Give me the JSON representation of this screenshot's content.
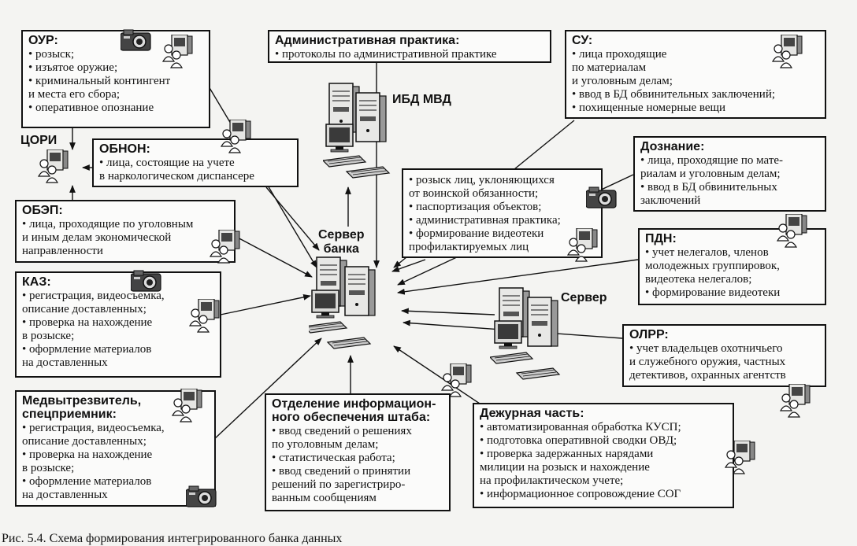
{
  "boxes": {
    "our": {
      "title": "ОУР:",
      "items": [
        "розыск;",
        "изъятое оружие;",
        "криминальный  контингент",
        "и места его сбора;",
        "оперативное опознание"
      ]
    },
    "adm": {
      "title": "Административная практика:",
      "items": [
        "протоколы по административной практике"
      ]
    },
    "su": {
      "title": "СУ:",
      "items": [
        "лица проходящие",
        "по материалам",
        "и уголовным делам;",
        "ввод в БД обвинительных заключений;",
        "похищенные номерные вещи"
      ]
    },
    "obnon": {
      "title": "ОБНОН:",
      "items": [
        "лица, состоящие на учете",
        "в наркологическом диспансере"
      ]
    },
    "center": {
      "items": [
        "розыск лиц, уклоняющихся",
        "от воинской обязанности;",
        "паспортизация объектов;",
        "административная практика;",
        "формирование видеотеки",
        "профилактируемых лиц"
      ]
    },
    "dozn": {
      "title": "Дознание:",
      "items": [
        "лица, проходящие по мате-",
        "риалам и уголовным делам;",
        "ввод в БД обвинительных",
        "заключений"
      ]
    },
    "obep": {
      "title": "ОБЭП:",
      "items": [
        "лица, проходящие по уголовным",
        "и иным делам экономической",
        "направленности"
      ]
    },
    "pdn": {
      "title": "ПДН:",
      "items": [
        "учет нелегалов, членов",
        "молодежных группировок,",
        "видеотека нелегалов;",
        "формирование видеотеки"
      ]
    },
    "kaz": {
      "title": "КАЗ:",
      "items": [
        "регистрация, видеосъемка,",
        "описание доставленных;",
        "проверка на нахождение",
        "в розыске;",
        "оформление материалов",
        "на доставленных"
      ]
    },
    "olrr": {
      "title": "ОЛРР:",
      "items": [
        "учет владельцев охотничьего",
        "и служебного оружия, частных",
        "детективов, охранных агентств"
      ]
    },
    "medv": {
      "title": "Медвытрезвитель, спецприемник:",
      "items": [
        "регистрация, видеосъемка,",
        "описание доставленных;",
        "проверка на нахождение",
        "в розыске;",
        "оформление материалов",
        "на доставленных"
      ]
    },
    "otdel": {
      "title": "Отделение информацион-ного обеспечения штаба:",
      "items": [
        "ввод сведений о решениях",
        "по уголовным делам;",
        "статистическая работа;",
        "ввод сведений о принятии",
        "решений по зарегистриро-",
        "ванным сообщениям"
      ]
    },
    "duty": {
      "title": "Дежурная часть:",
      "items": [
        "автоматизированная обработка КУСП;",
        "подготовка оперативной сводки ОВД;",
        "проверка задержанных нарядами",
        "милиции на розыск и нахождение",
        "на профилактическом учете;",
        "информационное сопровождение СОГ"
      ]
    }
  },
  "labels": {
    "cori": "ЦОРИ",
    "ibd": "ИБД МВД",
    "bank": "Сервер\nбанка",
    "server": "Сервер"
  },
  "caption": "Рис. 5.4. Схема формирования интегрированного банка данных"
}
